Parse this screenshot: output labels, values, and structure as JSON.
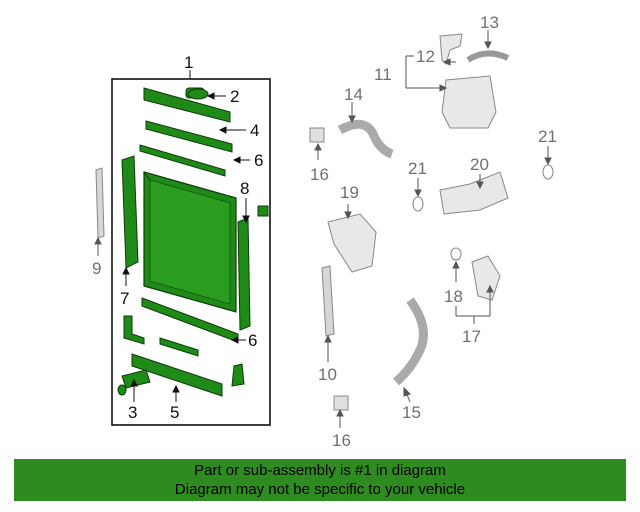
{
  "callouts": {
    "c1": "1",
    "c2": "2",
    "c3": "3",
    "c4": "4",
    "c5": "5",
    "c6a": "6",
    "c6b": "6",
    "c7": "7",
    "c8": "8",
    "c9": "9",
    "c10": "10",
    "c11": "11",
    "c12": "12",
    "c13": "13",
    "c14": "14",
    "c15": "15",
    "c16a": "16",
    "c16b": "16",
    "c17": "17",
    "c18": "18",
    "c19": "19",
    "c20": "20",
    "c21a": "21",
    "c21b": "21"
  },
  "banner": {
    "line1": "Part or sub-assembly is #1 in diagram",
    "line2": "Diagram may not be specific to your vehicle"
  },
  "colors": {
    "assembly_parts": "#1f8a17",
    "other_parts": "#b8b8b8",
    "banner": "#2e8b1f"
  }
}
